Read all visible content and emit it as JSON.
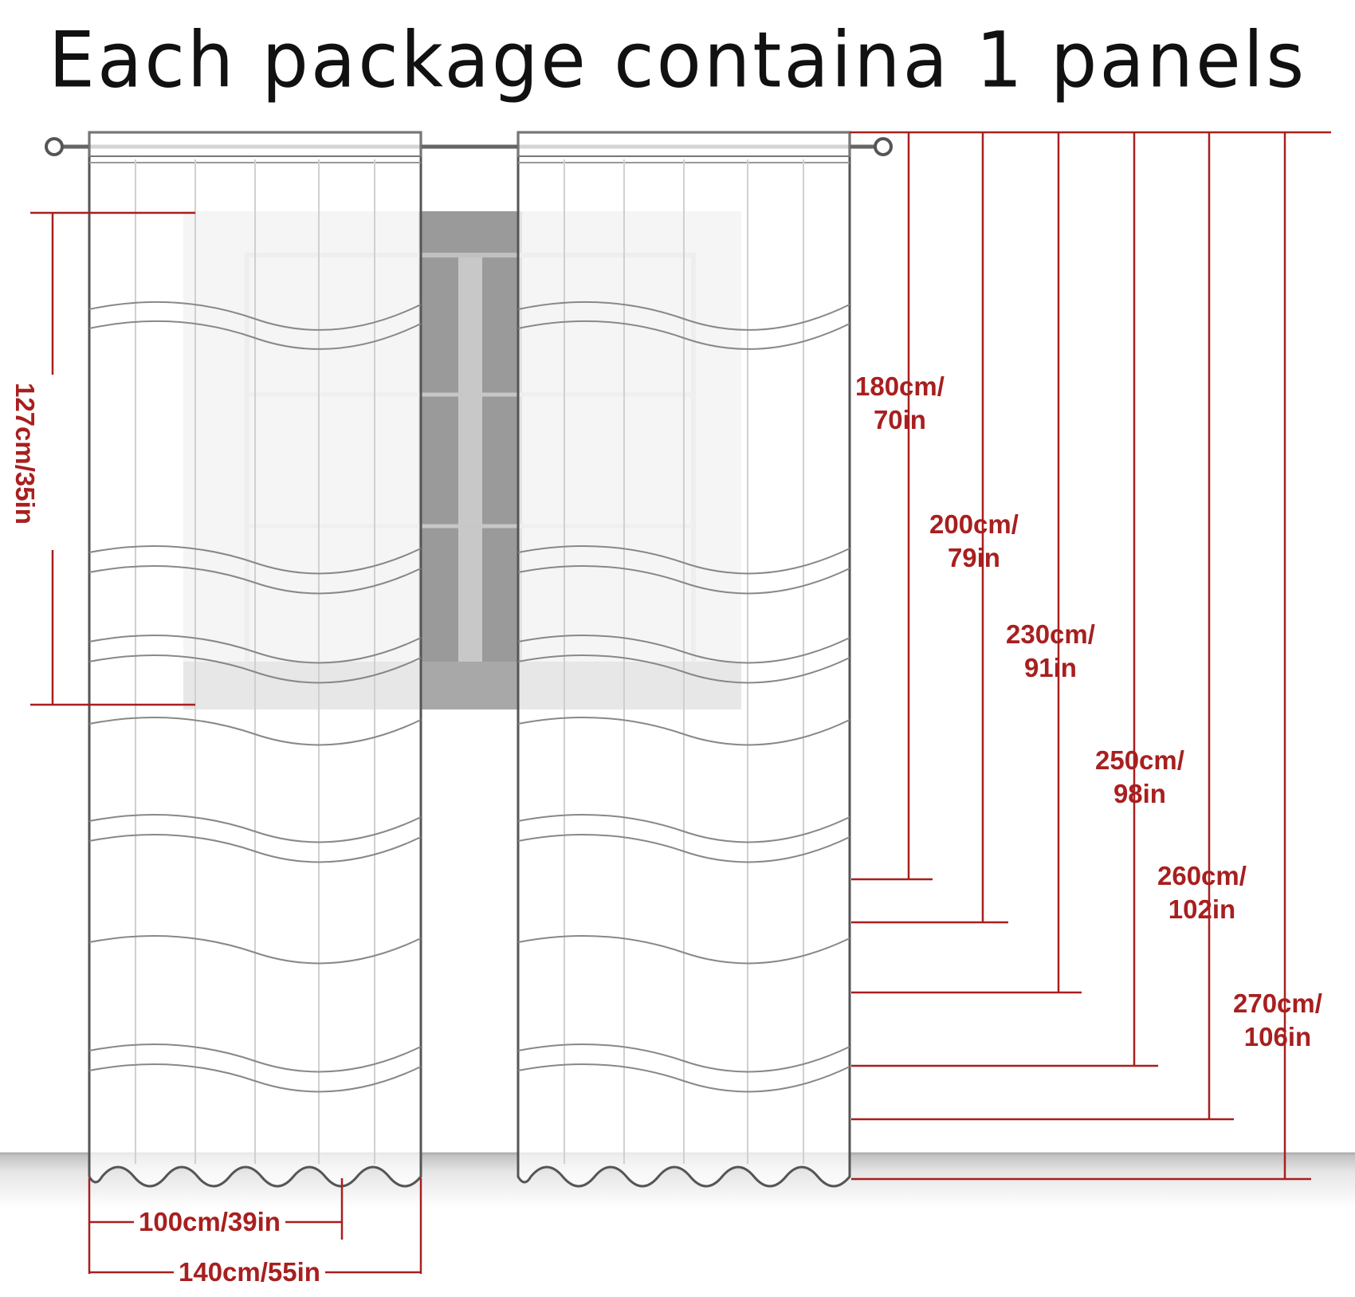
{
  "title": "Each package containa 1 panels",
  "colors": {
    "dimension": "#a81f1f",
    "outline": "#555555",
    "window": "#9a9a9a",
    "floor": "#d2d2d2"
  },
  "dimensions": {
    "lengths": [
      {
        "cm": "180cm/",
        "inch": "70in"
      },
      {
        "cm": "200cm/",
        "inch": "79in"
      },
      {
        "cm": "230cm/",
        "inch": "91in"
      },
      {
        "cm": "250cm/",
        "inch": "98in"
      },
      {
        "cm": "260cm/",
        "inch": "102in"
      },
      {
        "cm": "270cm/",
        "inch": "106in"
      }
    ],
    "pattern_repeat": "127cm/35in",
    "widths": [
      "100cm/39in",
      "140cm/55in"
    ]
  }
}
